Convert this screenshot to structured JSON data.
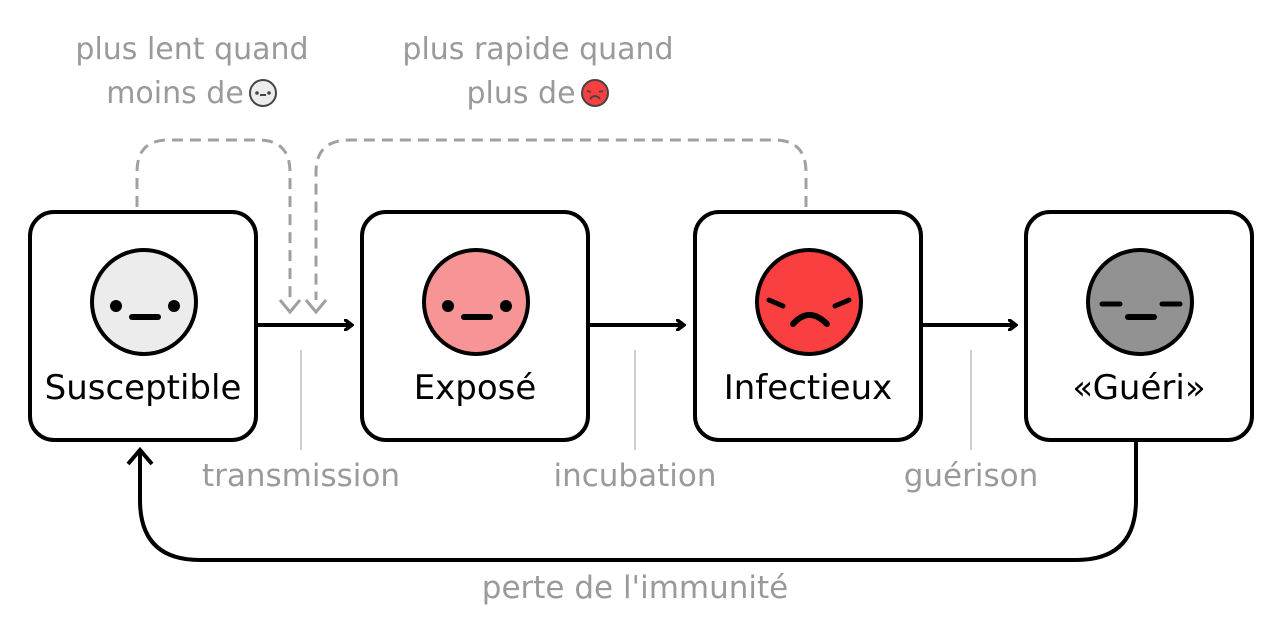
{
  "annotations": {
    "slower": {
      "line1": "plus lent quand",
      "line2": "moins de"
    },
    "faster": {
      "line1": "plus rapide quand",
      "line2": "plus de"
    }
  },
  "compartments": [
    {
      "name": "susceptible",
      "label": "Susceptible",
      "face_color": "#ececec",
      "face": "neutral"
    },
    {
      "name": "exposed",
      "label": "Exposé",
      "face_color": "#f79596",
      "face": "neutral"
    },
    {
      "name": "infectious",
      "label": "Infectieux",
      "face_color": "#f93f40",
      "face": "sad"
    },
    {
      "name": "recovered",
      "label": "«Guéri»",
      "face_color": "#929292",
      "face": "closed"
    }
  ],
  "rates": {
    "transmission": "transmission",
    "incubation": "incubation",
    "recovery": "guérison",
    "immunity_loss": "perte de l'immunité"
  },
  "colors": {
    "outline": "#000000",
    "annotation_text": "#9a9a9a",
    "dashed": "#a0a0a0",
    "tick": "#cfcfcf"
  }
}
